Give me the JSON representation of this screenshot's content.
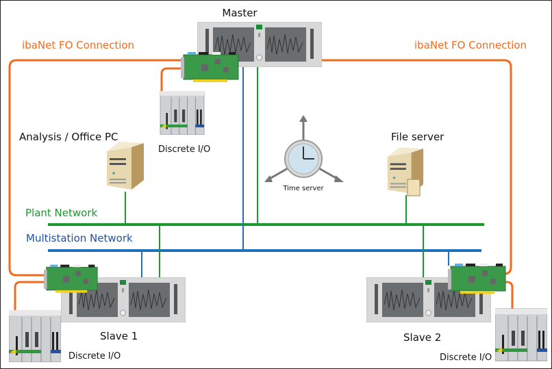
{
  "labels": {
    "master": "Master",
    "fo_left": "ibaNet FO Connection",
    "fo_right": "ibaNet FO Connection",
    "analysis_pc": "Analysis / Office PC",
    "file_server": "File server",
    "time_server": "Time server",
    "plant_network": "Plant Network",
    "multistation_network": "Multistation Network",
    "slave1": "Slave 1",
    "slave2": "Slave 2",
    "discrete_io_master": "Discrete I/O",
    "discrete_io_slave1": "Discrete I/O",
    "discrete_io_slave2": "Discrete I/O"
  },
  "colors": {
    "fo_connection": "#f26b1d",
    "plant_network": "#1a9a2a",
    "multistation_network": "#1f6fbf",
    "card": "#3a9a4a"
  }
}
